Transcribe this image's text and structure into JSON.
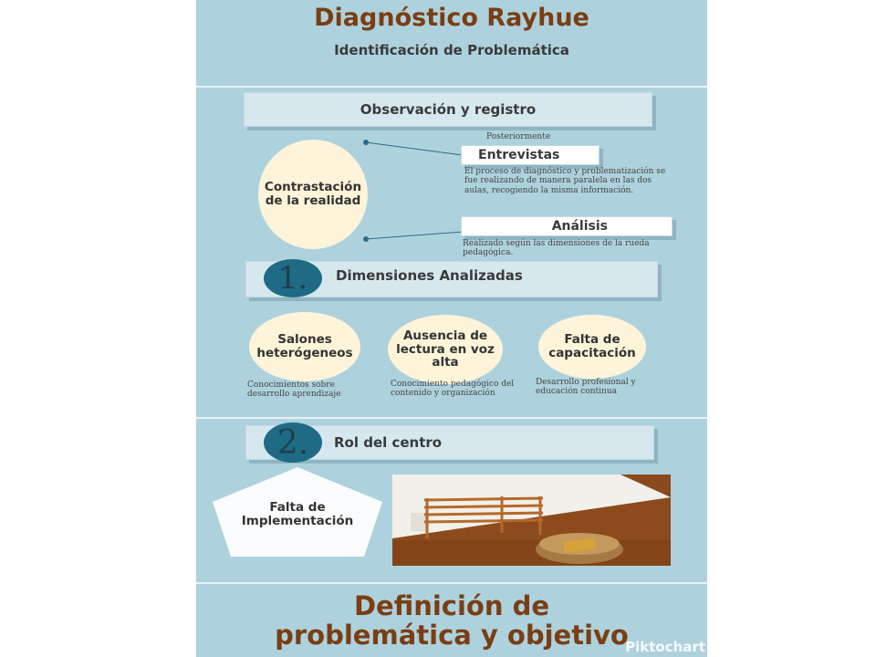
{
  "header": {
    "title": "Diagnóstico Rayhue",
    "subtitle": "Identificación de Problemática"
  },
  "observation": {
    "banner": "Observación y registro",
    "center_circle": "Contrastación de la realidad",
    "posteriormente": "Posteriormente",
    "entrevistas": {
      "label": "Entrevistas",
      "text": "El proceso de diagnóstico y problematización se fue realizando de manera paralela en las dos aulas, recogiendo la misma información."
    },
    "analisis": {
      "label": "Análisis",
      "text": "Realizado según las dimensiones de la rueda pedagógica."
    }
  },
  "dimensions": {
    "number": "1.",
    "banner": "Dimensiones Analizadas",
    "items": [
      {
        "title": "Salones heterógeneos",
        "desc": "Conocimientos sobre desarrollo aprendizaje"
      },
      {
        "title": "Ausencia de lectura en voz alta",
        "desc": "Conocimiento pedagógico del contenido y organización"
      },
      {
        "title": "Falta de capacitación",
        "desc": "Desarrollo profesional y educación continua"
      }
    ]
  },
  "role": {
    "number": "2.",
    "banner": "Rol del centro",
    "pentagon": "Falta de Implementación"
  },
  "footer": {
    "title_line1": "Definición de",
    "title_line2": "problemática y objetivo",
    "watermark": "Piktochart"
  },
  "colors": {
    "background": "#aed2dd",
    "title_brown": "#7a3e14",
    "cream": "#fdf4da",
    "number_blue": "#1f6b86"
  }
}
